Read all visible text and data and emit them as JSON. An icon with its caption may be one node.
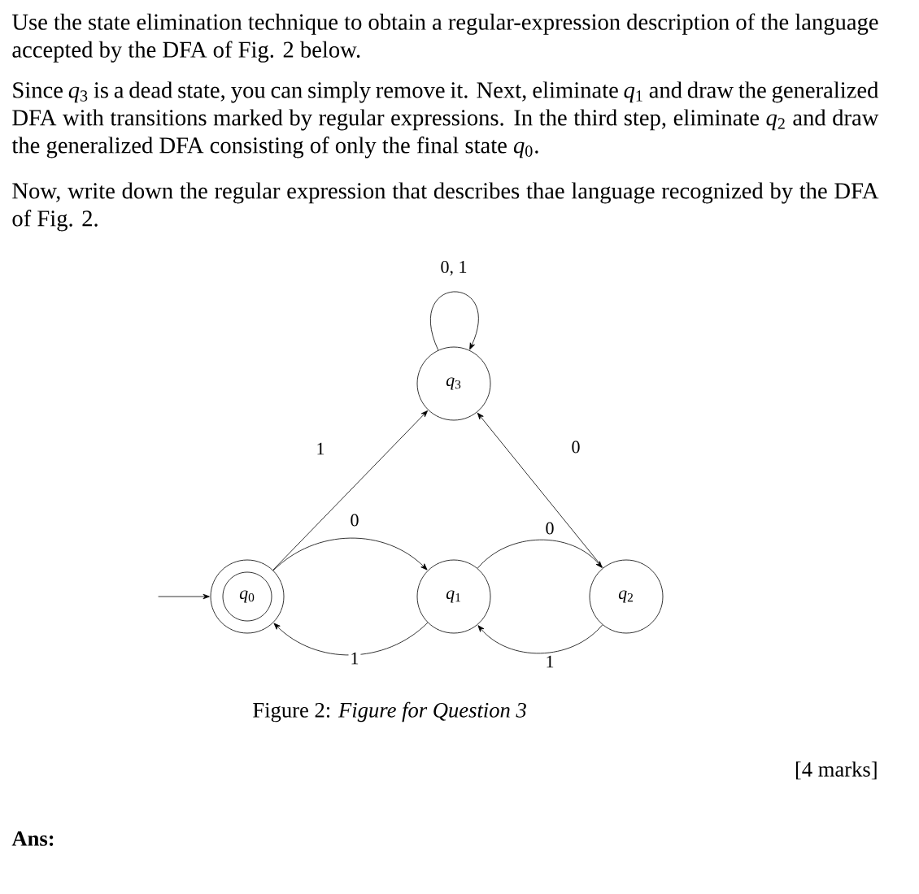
{
  "diagram": {
    "caption": "Figure 2: *Figure for Question 3*",
    "nodes": [
      {
        "text": [
          "*q*$_{0}$"
        ]
      },
      {
        "text": [
          "*q*$_{1}$"
        ]
      },
      {
        "text": [
          "*q*$_{2}$"
        ]
      },
      {
        "text": [
          "*q*$_{3}$"
        ]
      }
    ],
    "edges": [
      {
        "from": null,
        "to": 0,
        "arrow": "to"
      },
      {
        "from": 0,
        "to": 3,
        "arrow": "to",
        "label": "1"
      },
      {
        "from": 0,
        "to": 1,
        "arrow": "to",
        "label": "0"
      },
      {
        "from": 1,
        "to": 0,
        "arrow": "to",
        "label": "1"
      },
      {
        "from": 1,
        "to": 2,
        "arrow": "to",
        "label": "0"
      },
      {
        "from": 2,
        "to": 1,
        "arrow": "to",
        "label": "1"
      },
      {
        "from": 2,
        "to": 3,
        "arrow": "to",
        "label": "0"
      },
      {
        "from": 3,
        "to": 3,
        "arrow": "to",
        "label": "0, 1"
      }
    ],
    "labels": [
      "Use the state elimination technique to obtain a regular-expression description of the language accepted by the DFA of Fig. 2 below.",
      "Since *q*$_{3}$ is a dead state, you can simply remove it. Next, eliminate *q*$_{1}$ and draw the generalized DFA with transitions marked by regular expressions. In the third step, eliminate *q*$_{2}$ and draw the generalized DFA consisting of only the final state *q*$_{0}$.",
      "Now, write down the regular expression that describes thae language recognized by the DFA of Fig. 2.",
      "[4 marks]",
      "Ans:"
    ]
  }
}
